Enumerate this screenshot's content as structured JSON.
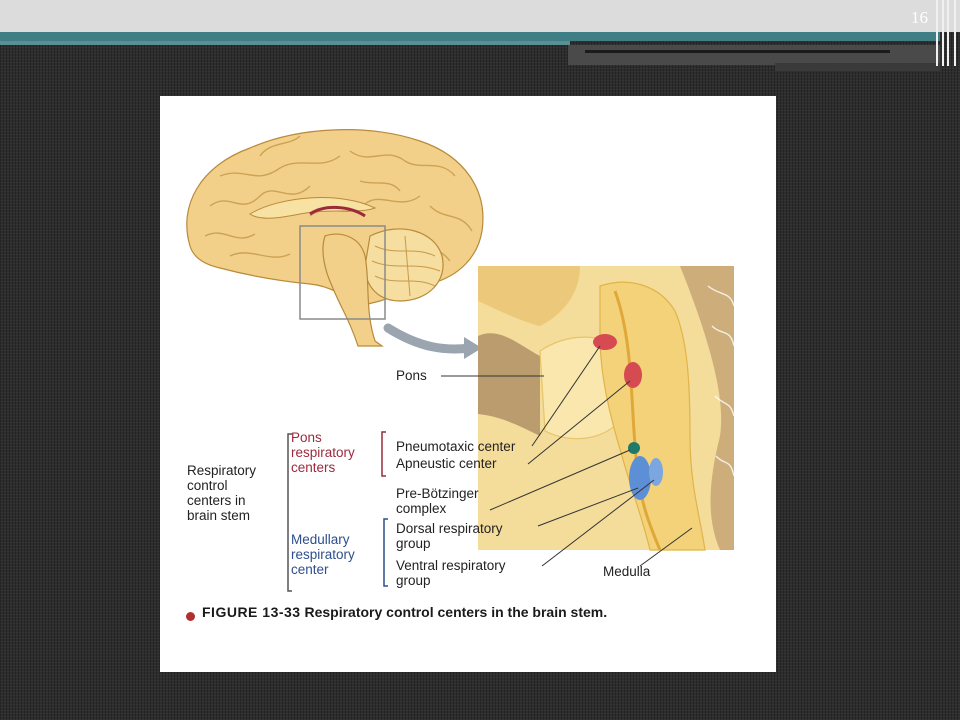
{
  "slide": {
    "number": "16"
  },
  "figure": {
    "labels": {
      "pons": "Pons",
      "pons_centers": [
        "Pons",
        "respiratory",
        "centers"
      ],
      "main": [
        "Respiratory",
        "control",
        "centers in",
        "brain stem"
      ],
      "medullary": [
        "Medullary",
        "respiratory",
        "center"
      ],
      "pneumotaxic": "Pneumotaxic center",
      "apneustic": "Apneustic center",
      "pre_botzinger": [
        "Pre-Bötzinger",
        "complex"
      ],
      "dorsal": [
        "Dorsal respiratory",
        "group"
      ],
      "ventral": [
        "Ventral respiratory",
        "group"
      ],
      "medulla": "Medulla"
    },
    "caption": {
      "number": "FIGURE 13-33",
      "text": "Respiratory control centers in the brain stem."
    },
    "colors": {
      "brain": "#f2d08a",
      "pons_red": "#d64a52",
      "dorsal_blue": "#5c8fd6",
      "pre_botzinger_teal": "#1f7a6a",
      "pons_text": "#9b2a3c",
      "medullary_text": "#2e4e8c"
    }
  }
}
